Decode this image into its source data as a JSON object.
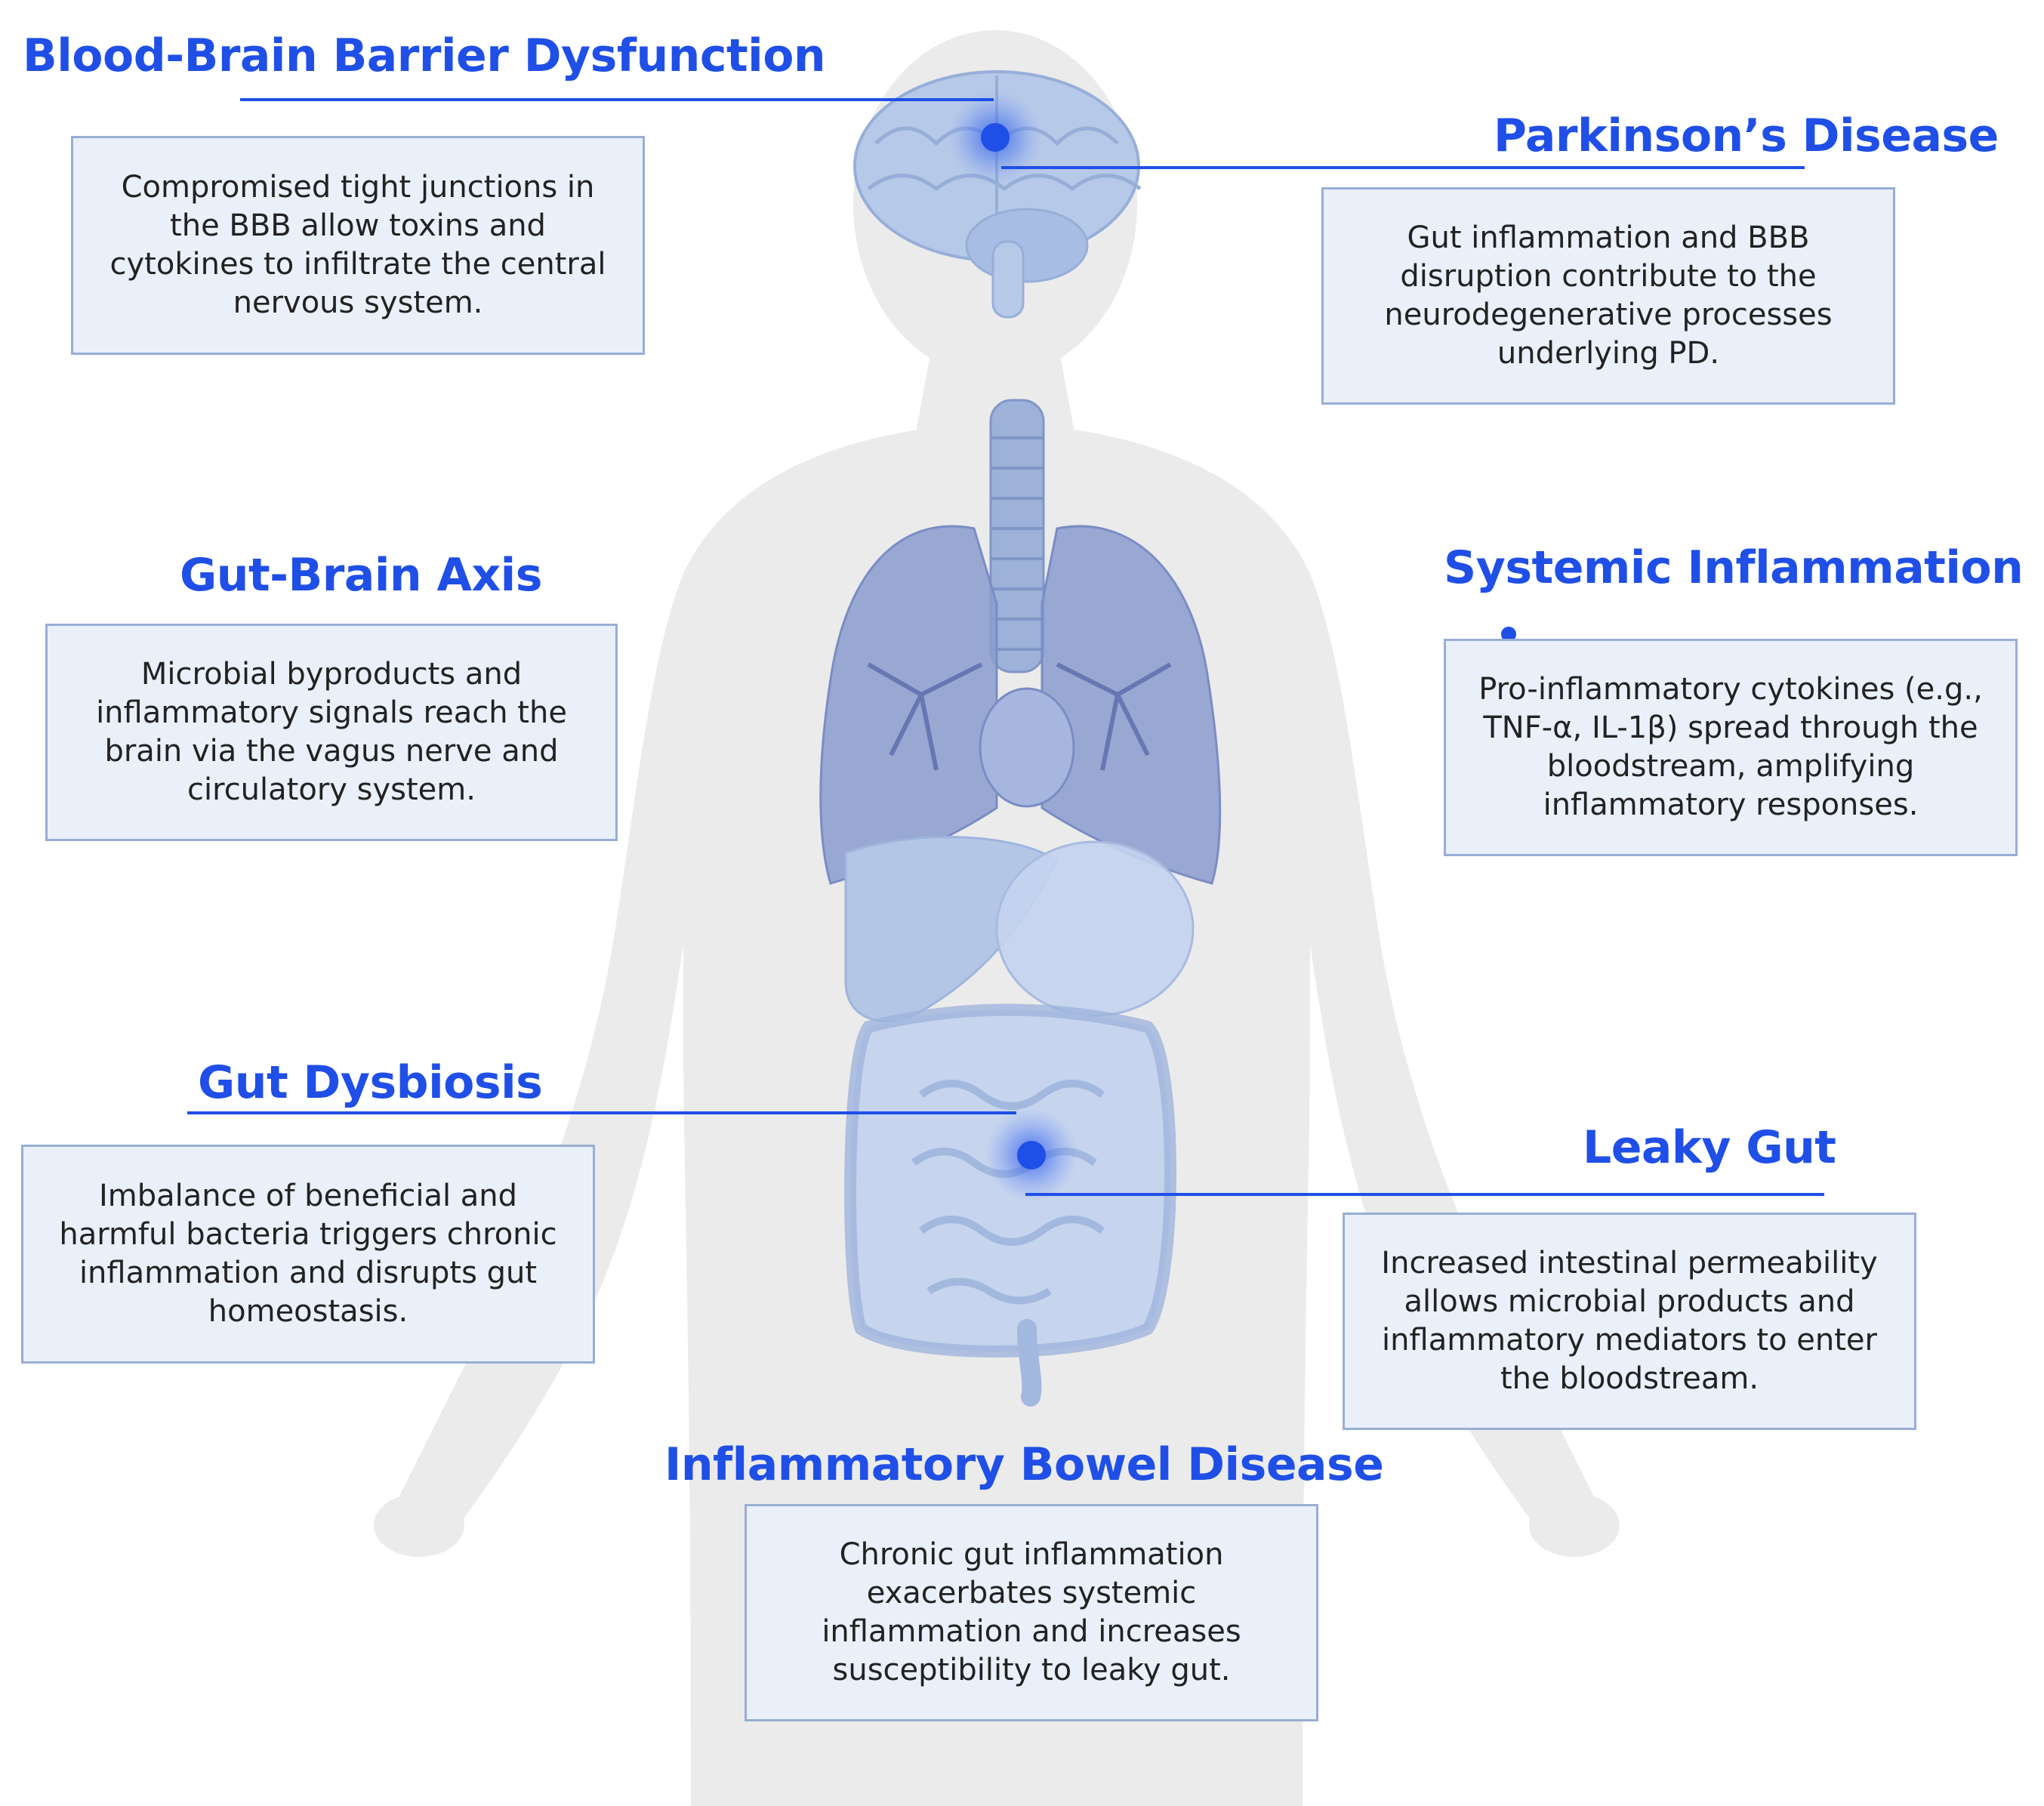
{
  "labels": {
    "bbb": {
      "title": "Blood-Brain Barrier Dysfunction",
      "text": "Compromised tight junctions in the BBB allow toxins and cytokines to infiltrate the central nervous system."
    },
    "pd": {
      "title": "Parkinson’s Disease",
      "text": "Gut inflammation and BBB disruption contribute to the neurodegenerative processes underlying PD."
    },
    "gba": {
      "title": "Gut-Brain Axis",
      "text": "Microbial byproducts and inflammatory signals reach the brain via the vagus nerve and circulatory system."
    },
    "si": {
      "title": "Systemic Inflammation",
      "text": "Pro-inflammatory cytokines (e.g., TNF-α, IL-1β) spread through the bloodstream, amplifying inflammatory responses."
    },
    "gd": {
      "title": "Gut Dysbiosis",
      "text": "Imbalance of beneficial and harmful bacteria triggers chronic inflammation and disrupts gut homeostasis."
    },
    "lg": {
      "title": "Leaky Gut",
      "text": "Increased intestinal permeability allows microbial products and inflammatory mediators to enter the bloodstream."
    },
    "ibd": {
      "title": "Inflammatory Bowel Disease",
      "text": "Chronic gut inflammation exacerbates systemic inflammation and increases susceptibility to leaky gut."
    }
  },
  "colors": {
    "accent": "#1f4fe6",
    "box_fill": "#eaf0fa",
    "box_border": "#98aed4",
    "body_silhouette": "#ebebeb",
    "organ_fill": "#b3c6e6",
    "lung_fill": "#8b9ccf",
    "text": "#222222"
  }
}
